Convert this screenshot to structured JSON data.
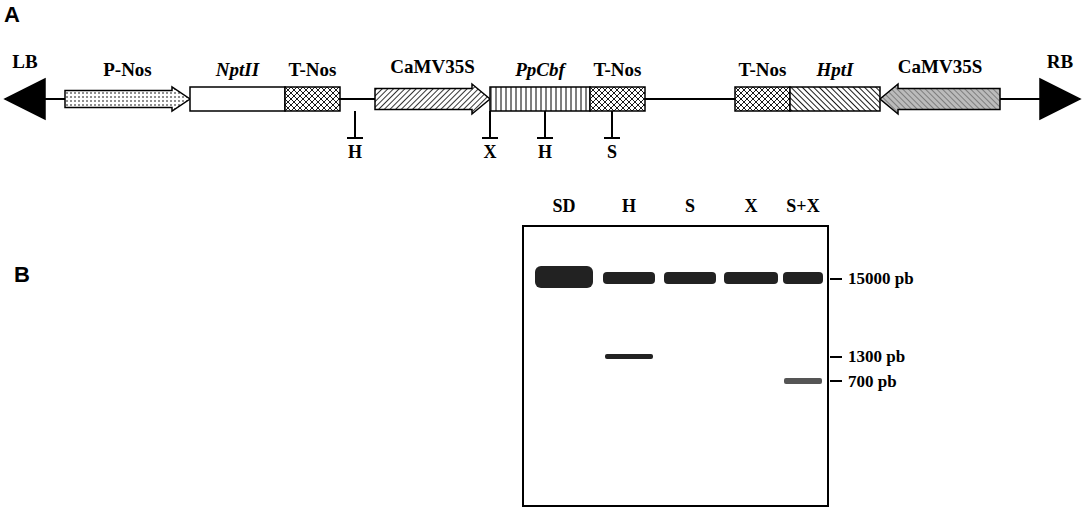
{
  "diagram": {
    "nodes": [
      {
        "text": [
          "LB"
        ]
      },
      {
        "text": [
          "P-Nos"
        ]
      },
      {
        "text": [
          "NptII"
        ]
      },
      {
        "text": [
          "T-Nos"
        ]
      },
      {
        "text": [
          "CaMV35S"
        ]
      },
      {
        "text": [
          "PpCbf"
        ]
      },
      {
        "text": [
          "T-Nos"
        ]
      },
      {
        "text": [
          "T-Nos"
        ]
      },
      {
        "text": [
          "HptI"
        ]
      },
      {
        "text": [
          "CaMV35S"
        ]
      },
      {
        "text": [
          "RB"
        ]
      }
    ],
    "edges": [
      {
        "from": 0,
        "to": 1,
        "arrow": "none"
      },
      {
        "from": 3,
        "to": 4,
        "arrow": "none"
      },
      {
        "from": 6,
        "to": 7,
        "arrow": "none"
      },
      {
        "from": 9,
        "to": 10,
        "arrow": "none"
      }
    ],
    "labels": [
      "A",
      "B",
      "H",
      "X",
      "H",
      "S",
      "SD",
      "H",
      "S",
      "X",
      "S+X",
      "15000 pb",
      "1300 pb",
      "700 pb"
    ]
  }
}
